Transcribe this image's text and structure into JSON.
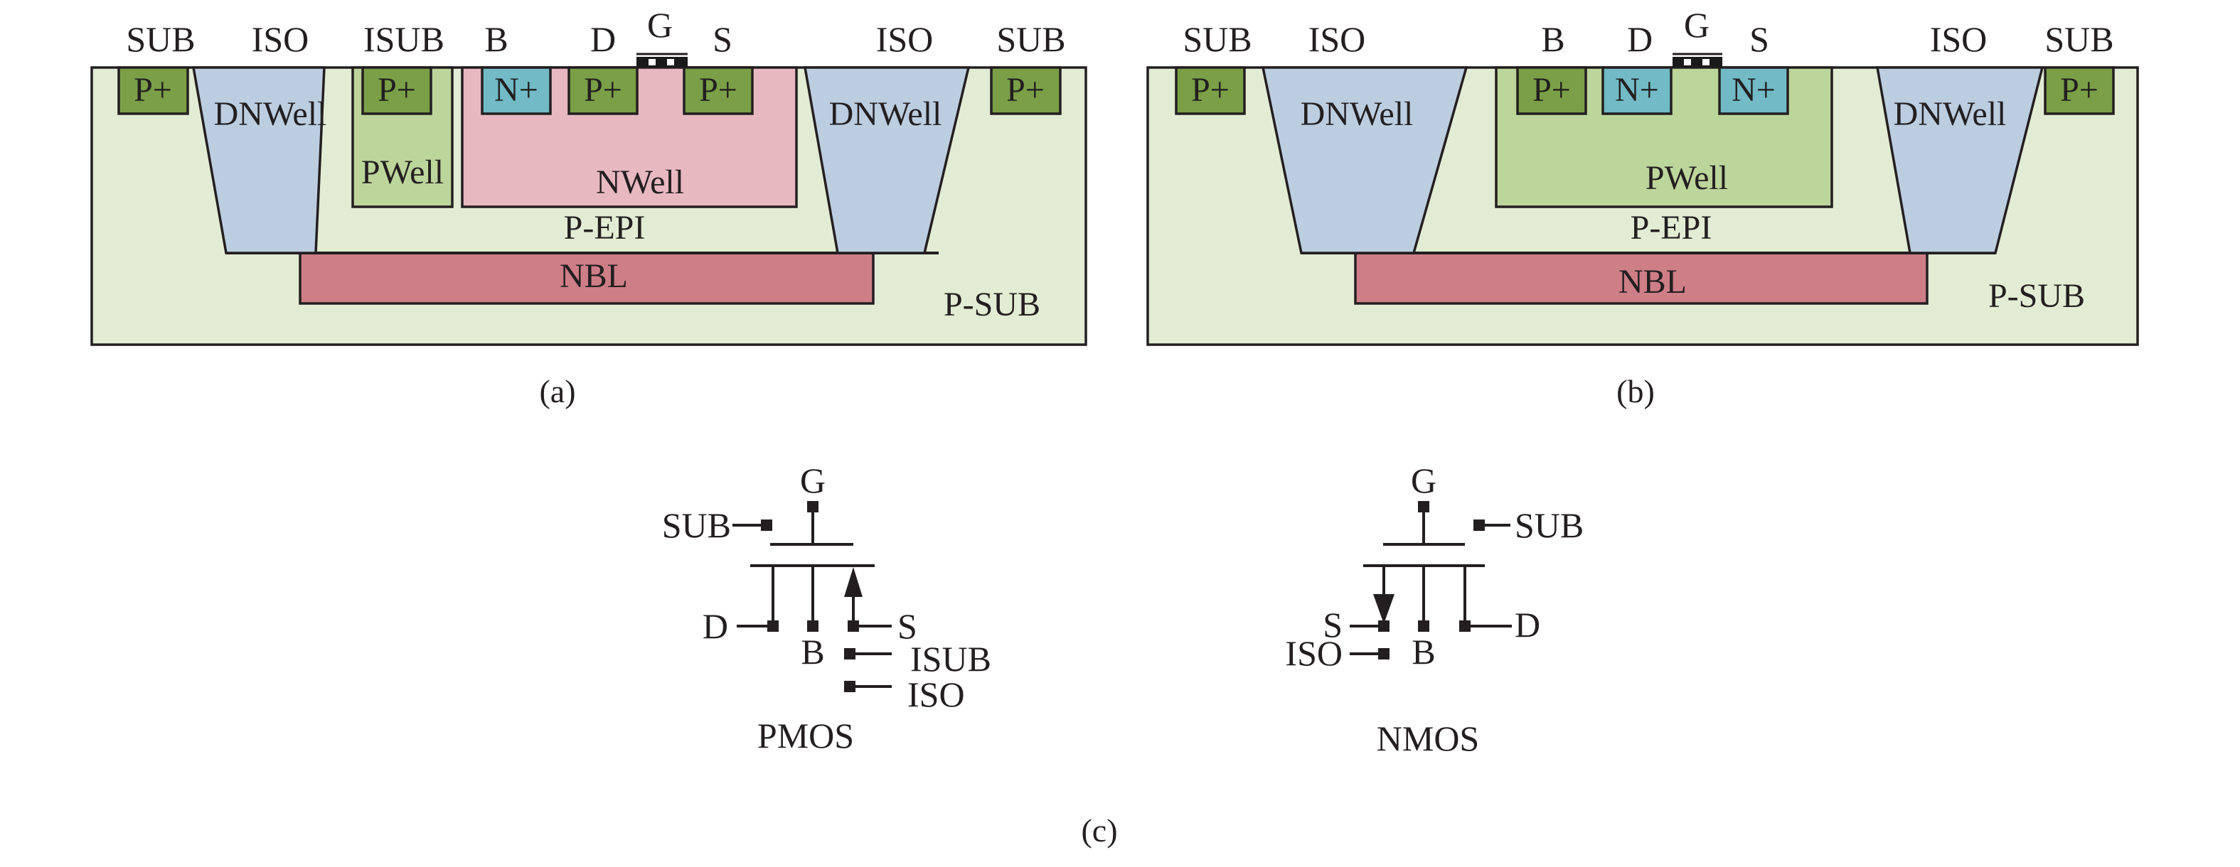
{
  "colors": {
    "psub": "#e2ecd4",
    "dnwell": "#bccde0",
    "pwell": "#bcd59b",
    "nwell": "#e8b8c0",
    "nbl": "#cd7e87",
    "pplus": "#7a9f47",
    "nplus": "#71bac6",
    "stroke": "#231f20"
  },
  "panel_a": {
    "caption": "(a)",
    "terminals": [
      "SUB",
      "ISO",
      "ISUB",
      "B",
      "D",
      "G",
      "S",
      "ISO",
      "SUB"
    ],
    "regions": {
      "psub": "P-SUB",
      "pepi": "P-EPI",
      "nbl": "NBL",
      "dnwell_left": "DNWell",
      "dnwell_right": "DNWell",
      "pwell": "PWell",
      "nwell": "NWell"
    },
    "diffusions": [
      "P+",
      "P+",
      "N+",
      "P+",
      "P+",
      "P+"
    ]
  },
  "panel_b": {
    "caption": "(b)",
    "terminals": [
      "SUB",
      "ISO",
      "B",
      "D",
      "G",
      "S",
      "ISO",
      "SUB"
    ],
    "regions": {
      "psub": "P-SUB",
      "pepi": "P-EPI",
      "nbl": "NBL",
      "dnwell_left": "DNWell",
      "dnwell_right": "DNWell",
      "pwell": "PWell"
    },
    "diffusions": [
      "P+",
      "P+",
      "N+",
      "N+",
      "P+"
    ]
  },
  "panel_c": {
    "caption": "(c)",
    "pmos": {
      "name": "PMOS",
      "pins": {
        "g": "G",
        "sub": "SUB",
        "d": "D",
        "b": "B",
        "s": "S",
        "isub": "ISUB",
        "iso": "ISO"
      }
    },
    "nmos": {
      "name": "NMOS",
      "pins": {
        "g": "G",
        "sub": "SUB",
        "s": "S",
        "b": "B",
        "d": "D",
        "iso": "ISO"
      }
    }
  }
}
